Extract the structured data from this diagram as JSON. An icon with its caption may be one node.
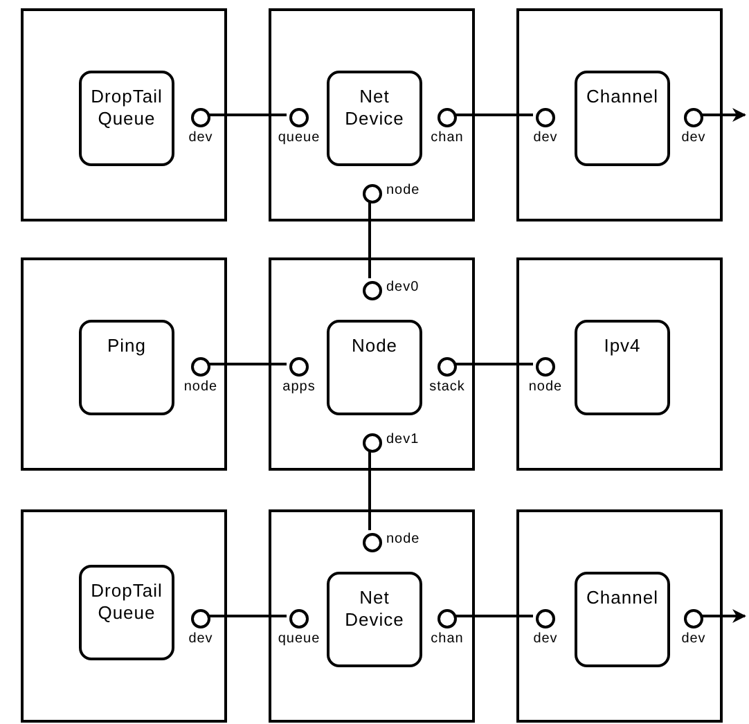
{
  "diagram": {
    "nodes": [
      {
        "text": [],
        "shape": "box"
      },
      {
        "text": [
          "DropTail Queue"
        ],
        "in": 0
      },
      {
        "text": [],
        "shape": "circle",
        "beside": [
          "dev"
        ],
        "in": 0
      },
      {
        "text": [],
        "shape": "box"
      },
      {
        "text": [
          "Net Device"
        ],
        "in": 3
      },
      {
        "text": [],
        "shape": "circle",
        "beside": [
          "queue"
        ],
        "in": 3
      },
      {
        "text": [],
        "shape": "circle",
        "beside": [
          "chan"
        ],
        "in": 3
      },
      {
        "text": [],
        "shape": "circle",
        "beside": [
          "node"
        ],
        "in": 3
      },
      {
        "text": [],
        "shape": "box"
      },
      {
        "text": [
          "Channel"
        ],
        "in": 8
      },
      {
        "text": [],
        "shape": "circle",
        "beside": [
          "dev"
        ],
        "in": 8
      },
      {
        "text": [],
        "shape": "circle",
        "beside": [
          "dev"
        ],
        "in": 8
      },
      {
        "text": [],
        "shape": "box"
      },
      {
        "text": [
          "Ping"
        ],
        "in": 12
      },
      {
        "text": [],
        "shape": "circle",
        "beside": [
          "node"
        ],
        "in": 12
      },
      {
        "text": [],
        "shape": "box"
      },
      {
        "text": [
          "Node"
        ],
        "in": 15
      },
      {
        "text": [],
        "shape": "circle",
        "beside": [
          "dev0"
        ],
        "in": 15
      },
      {
        "text": [],
        "shape": "circle",
        "beside": [
          "apps"
        ],
        "in": 15
      },
      {
        "text": [],
        "shape": "circle",
        "beside": [
          "stack"
        ],
        "in": 15
      },
      {
        "text": [],
        "shape": "circle",
        "beside": [
          "dev1"
        ],
        "in": 15
      },
      {
        "text": [],
        "shape": "box"
      },
      {
        "text": [
          "Ipv4"
        ],
        "in": 21
      },
      {
        "text": [],
        "shape": "circle",
        "beside": [
          "node"
        ],
        "in": 21
      },
      {
        "text": [],
        "shape": "box"
      },
      {
        "text": [
          "DropTail Queue"
        ],
        "in": 24
      },
      {
        "text": [],
        "shape": "circle",
        "beside": [
          "dev"
        ],
        "in": 24
      },
      {
        "text": [],
        "shape": "box"
      },
      {
        "text": [],
        "shape": "circle",
        "beside": [
          "node"
        ],
        "in": 27
      },
      {
        "text": [
          "Net Device"
        ],
        "in": 27
      },
      {
        "text": [],
        "shape": "circle",
        "beside": [
          "queue"
        ],
        "in": 27
      },
      {
        "text": [],
        "shape": "circle",
        "beside": [
          "chan"
        ],
        "in": 27
      },
      {
        "text": [],
        "shape": "box"
      },
      {
        "text": [
          "Channel"
        ],
        "in": 32
      },
      {
        "text": [],
        "shape": "circle",
        "beside": [
          "dev"
        ],
        "in": 32
      },
      {
        "text": [],
        "shape": "circle",
        "beside": [
          "dev"
        ],
        "in": 32
      }
    ],
    "edges": [
      {
        "from": 2,
        "to": 5,
        "arrow": "none"
      },
      {
        "from": 6,
        "to": 10,
        "arrow": "none"
      },
      {
        "from": 11,
        "to": null,
        "arrow": "to"
      },
      {
        "from": 7,
        "to": 17,
        "arrow": "none"
      },
      {
        "from": 14,
        "to": 18,
        "arrow": "none"
      },
      {
        "from": 19,
        "to": 23,
        "arrow": "none"
      },
      {
        "from": 20,
        "to": 28,
        "arrow": "none"
      },
      {
        "from": 26,
        "to": 30,
        "arrow": "none"
      },
      {
        "from": 31,
        "to": 34,
        "arrow": "none"
      },
      {
        "from": 35,
        "to": null,
        "arrow": "to"
      }
    ]
  }
}
